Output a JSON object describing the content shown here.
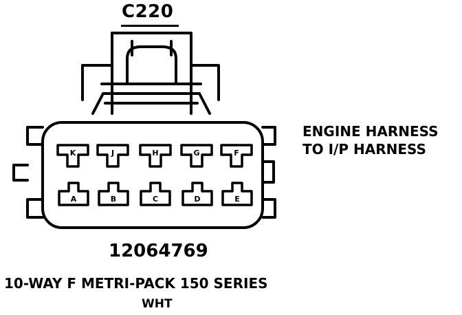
{
  "connector": {
    "id": "C220",
    "description_lines": [
      "ENGINE HARNESS",
      "TO I/P HARNESS"
    ],
    "part_number": "12064769",
    "series": "10-WAY F METRI-PACK 150 SERIES",
    "color": "WHT"
  },
  "cavities": {
    "top_row": [
      "K",
      "J",
      "H",
      "G",
      "F"
    ],
    "bottom_row": [
      "A",
      "B",
      "C",
      "D",
      "E"
    ]
  }
}
